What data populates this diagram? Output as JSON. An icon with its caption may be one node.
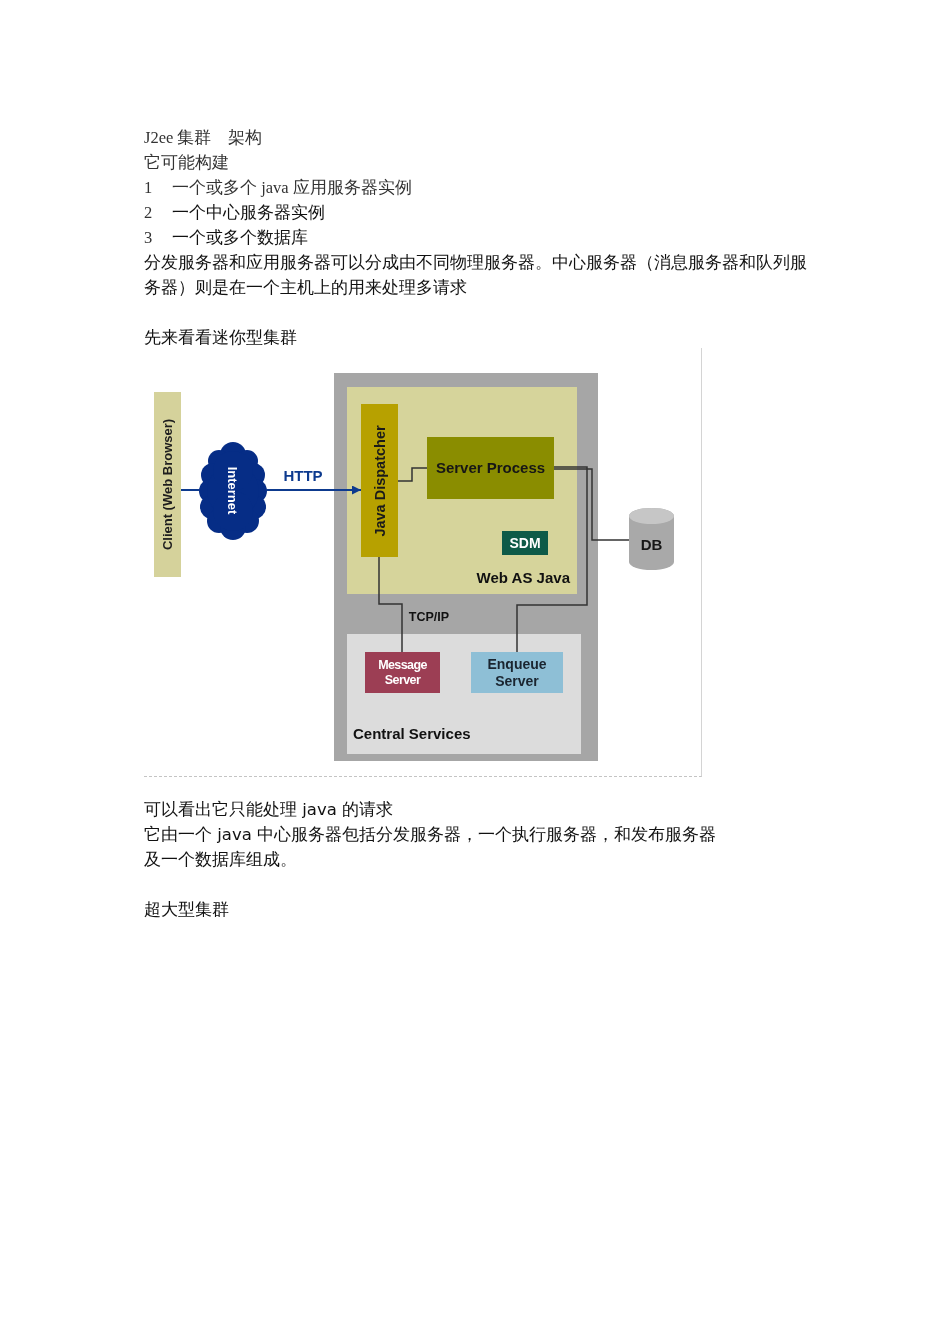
{
  "diagram": {
    "nodes": [
      {
        "text": [
          "Client (Web Browser)"
        ]
      },
      {
        "text": [
          "Internet"
        ]
      },
      {
        "text": [],
        "shape": "box"
      },
      {
        "text": [
          "Web AS Java"
        ],
        "in": 2
      },
      {
        "text": [
          "Java Dispatcher"
        ],
        "in": 3
      },
      {
        "text": [
          "Server Process"
        ],
        "in": 3
      },
      {
        "text": [
          "SDM"
        ],
        "in": 3
      },
      {
        "text": [
          "Central Services"
        ],
        "in": 2
      },
      {
        "text": [
          "Message Server"
        ],
        "in": 7
      },
      {
        "text": [
          "Enqueue Server"
        ],
        "in": 7
      },
      {
        "text": [
          "DB"
        ]
      }
    ],
    "edges": [
      {
        "from": 0,
        "to": 1,
        "arrow": "none",
        "color": "#0d3a8e"
      },
      {
        "from": 1,
        "to": 4,
        "arrow": "to",
        "label": "HTTP",
        "color": "#0d3a8e"
      },
      {
        "from": 4,
        "to": 5,
        "arrow": "none"
      },
      {
        "from": 5,
        "to": 10,
        "arrow": "none"
      },
      {
        "from": 5,
        "to": 9,
        "arrow": "none"
      },
      {
        "from": 4,
        "to": 8,
        "arrow": "none",
        "label": "TCP/IP"
      }
    ],
    "labels": [
      "J2ee 集群    架构",
      "它可能构建",
      "1",
      "一个或多个 java 应用服务器实例",
      "2",
      "一个中心服务器实例",
      "3",
      "一个或多个数据库",
      "分发服务器和应用服务器可以分成由不同物理服务器。中心服务器（消息服务器和队列服务器）则是在一个主机上的用来处理多请求",
      "先来看看迷你型集群",
      "可以看出它只能处理 java 的请求",
      "它由一个 java 中心服务器包括分发服务器，一个执行服务器，和发布服务器及一个数据库组成。",
      "超大型集群"
    ]
  }
}
